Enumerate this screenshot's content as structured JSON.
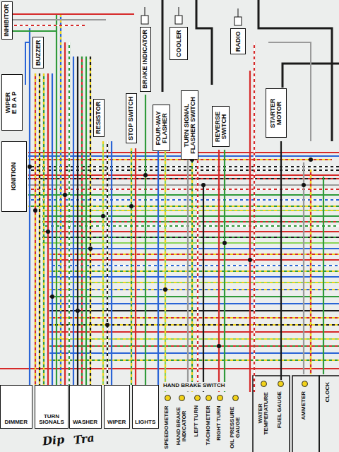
{
  "diagram": {
    "nodes": [
      {
        "text": [
          "INHIBITOR"
        ]
      },
      {
        "text": [
          "BUZZER"
        ]
      },
      {
        "text": [
          "WIPER",
          "E B A P"
        ]
      },
      {
        "text": [
          "IGNITION"
        ]
      },
      {
        "text": [
          "BRAKE INDICATOR"
        ]
      },
      {
        "text": [
          "RESISTOR"
        ]
      },
      {
        "text": [
          "STOP SWITCH"
        ]
      },
      {
        "text": [
          "FOUR-WAY FLASHER"
        ]
      },
      {
        "text": [
          "TURN SIGNAL FLASHER SWITCH"
        ]
      },
      {
        "text": [
          "REVERSE SWITCH"
        ]
      },
      {
        "text": [
          "COOLER"
        ]
      },
      {
        "text": [
          "RADIO"
        ]
      },
      {
        "text": [
          "STARTER MOTOR"
        ]
      },
      {
        "text": [
          "DIMMER"
        ]
      },
      {
        "text": [
          "TURN SIGNALS"
        ]
      },
      {
        "text": [
          "WASHER"
        ]
      },
      {
        "text": [
          "WIPER"
        ]
      },
      {
        "text": [
          "LIGHTS"
        ]
      },
      {
        "text": [
          "HAND BRAKE SWITCH"
        ]
      },
      {
        "text": [
          "SPEEDOMETER"
        ]
      },
      {
        "text": [
          "HAND BRAKE INDICATOR"
        ]
      },
      {
        "text": [
          "LEFT TURN"
        ]
      },
      {
        "text": [
          "TACHOMETER"
        ]
      },
      {
        "text": [
          "RIGHT TURN"
        ]
      },
      {
        "text": [
          "OIL PRESSURE GAUGE"
        ]
      },
      {
        "text": [
          "WATER TEMPERATURE"
        ]
      },
      {
        "text": [
          "FUEL GAUGE"
        ]
      },
      {
        "text": [
          "AMMETER"
        ]
      },
      {
        "text": [
          "CLOCK"
        ]
      }
    ],
    "labels": [
      "Dip",
      "Tra"
    ]
  }
}
